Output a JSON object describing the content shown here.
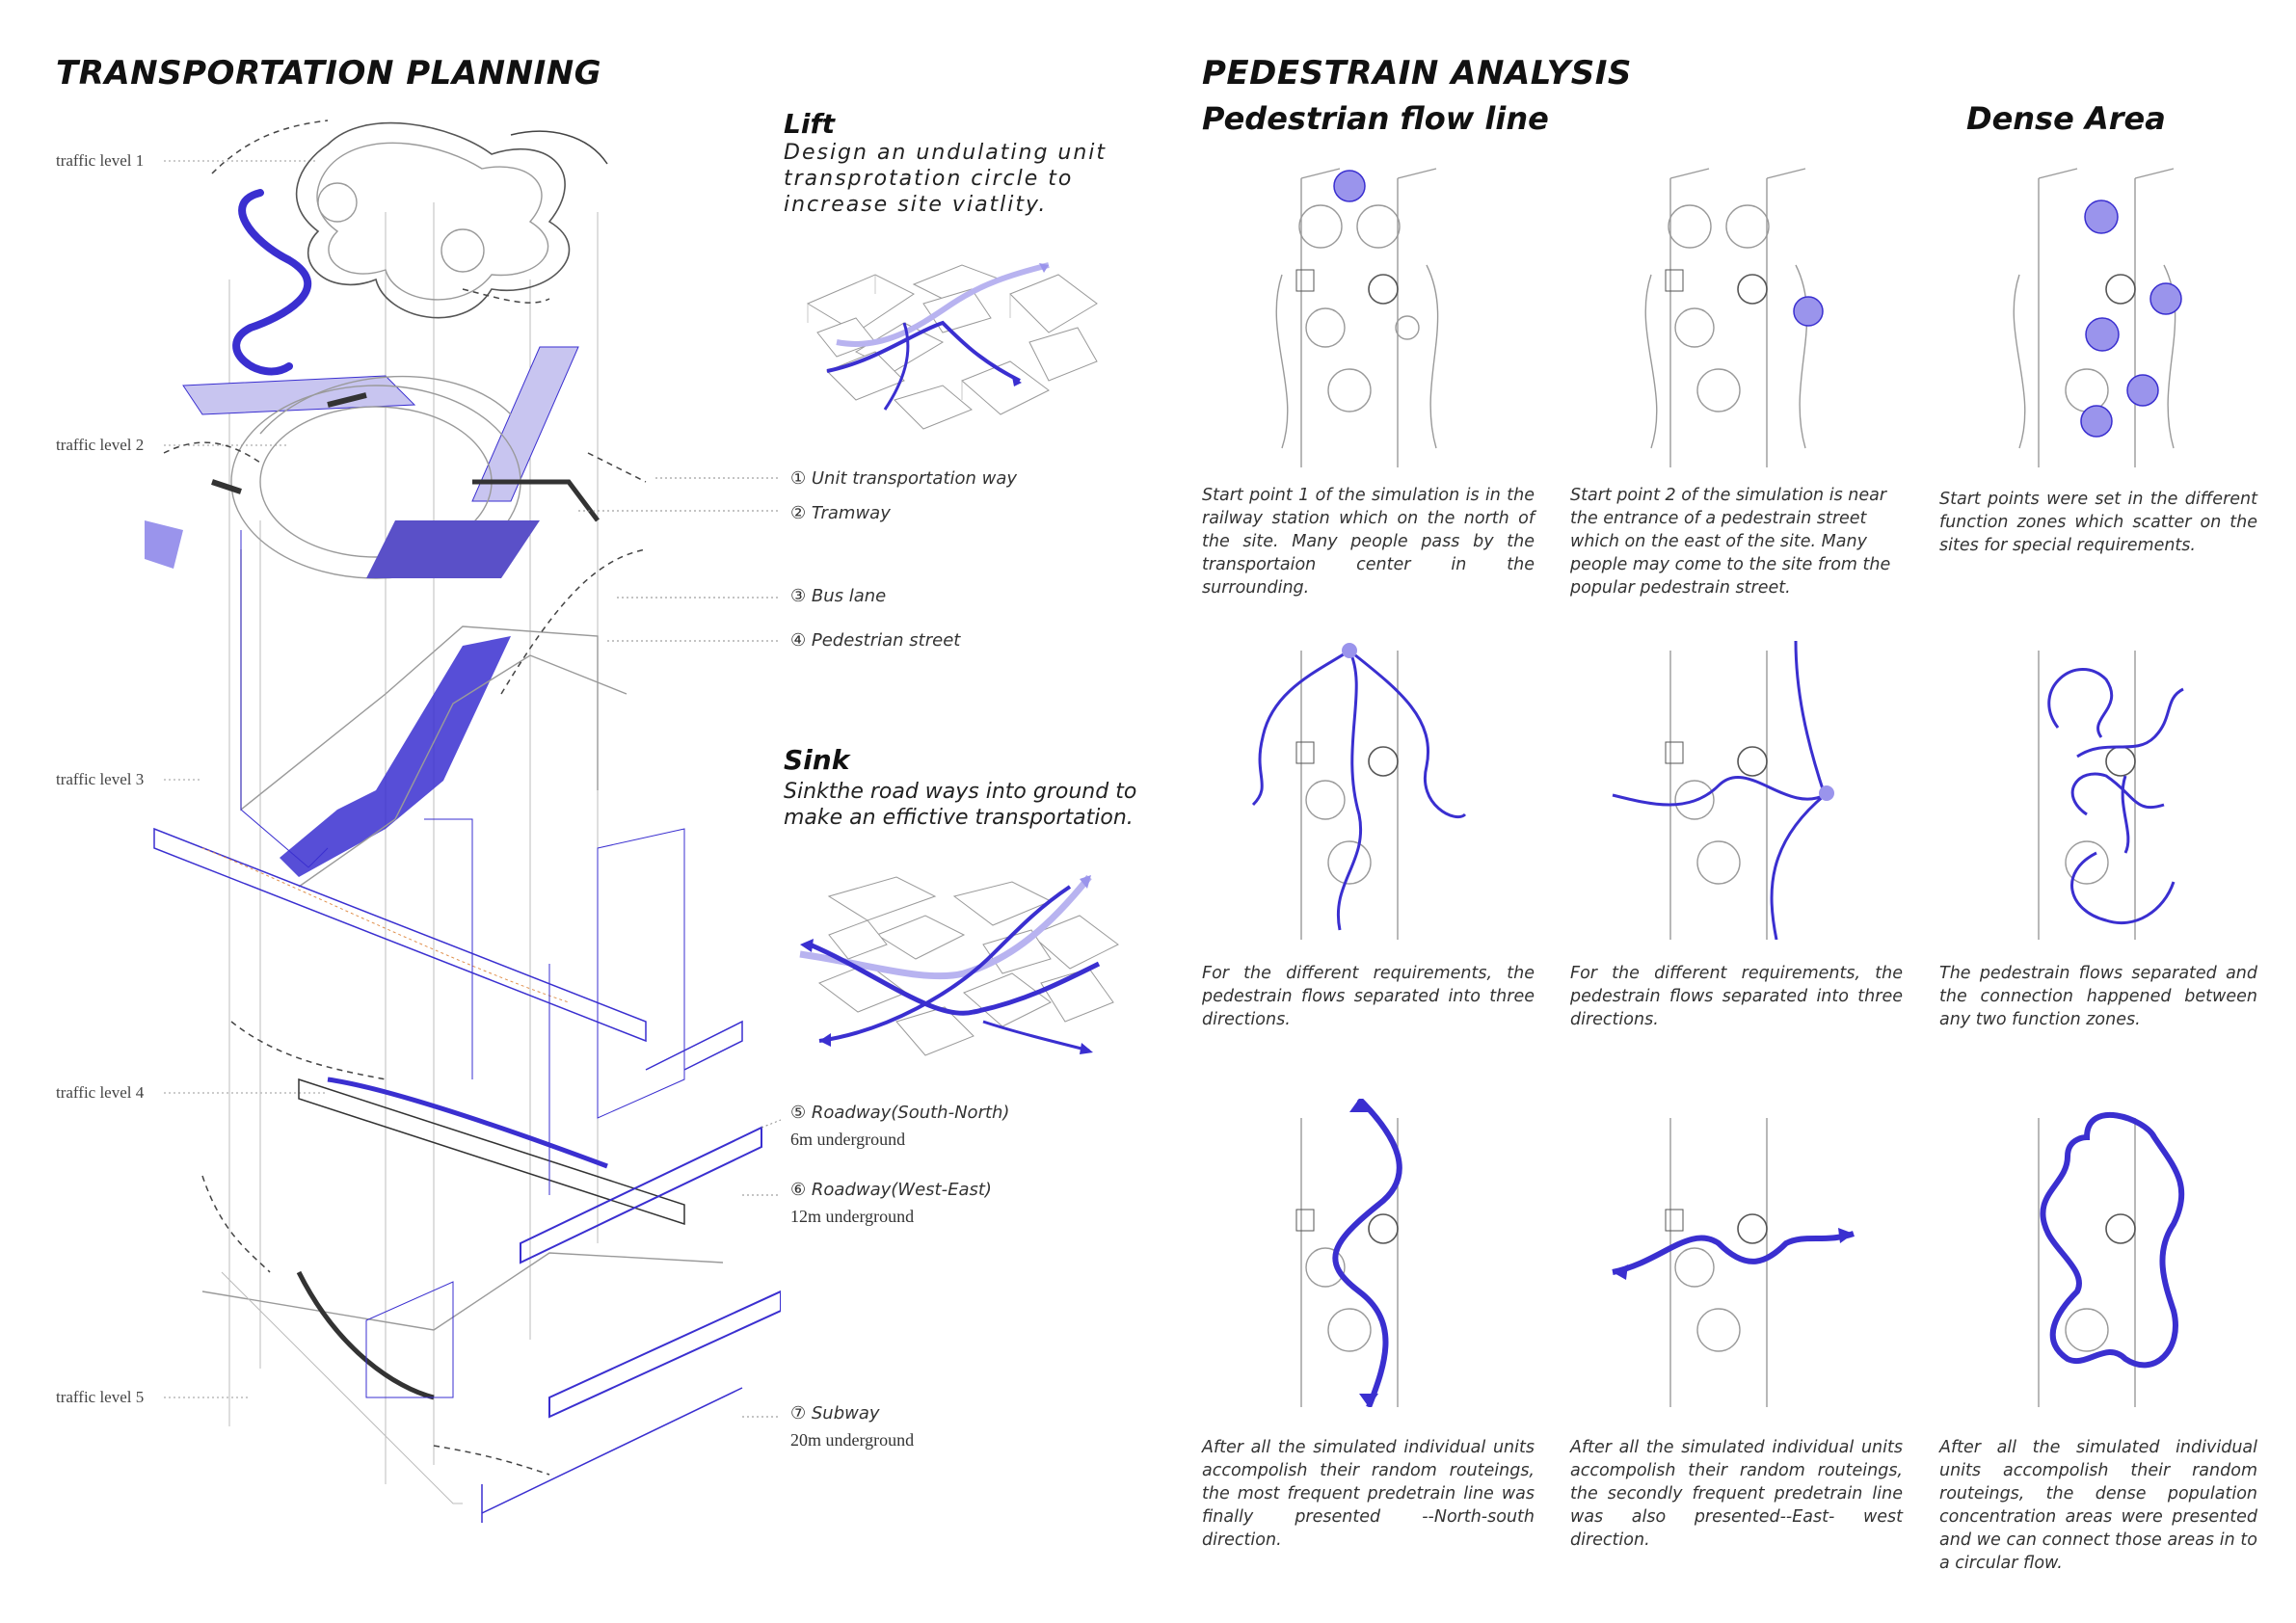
{
  "left": {
    "title": "TRANSPORTATION PLANNING",
    "traffic_levels": [
      "traffic level 1",
      "traffic level 2",
      "traffic level 3",
      "traffic level 4",
      "traffic level 5"
    ],
    "lift": {
      "title": "Lift",
      "desc": "Design an undulating unit transprotation circle to increase site viatlity."
    },
    "sink": {
      "title": "Sink",
      "desc": "Sinkthe road ways into ground to make an effictive transportation."
    },
    "legend": [
      {
        "num": "①",
        "label": "Unit transportation way",
        "sub": ""
      },
      {
        "num": "②",
        "label": "Tramway",
        "sub": ""
      },
      {
        "num": "③",
        "label": "Bus lane",
        "sub": ""
      },
      {
        "num": "④",
        "label": "Pedestrian street",
        "sub": ""
      },
      {
        "num": "⑤",
        "label": "Roadway(South-North)",
        "sub": "6m underground"
      },
      {
        "num": "⑥",
        "label": "Roadway(West-East)",
        "sub": "12m underground"
      },
      {
        "num": "⑦",
        "label": "Subway",
        "sub": "20m underground"
      }
    ]
  },
  "right": {
    "title": "PEDESTRAIN ANALYSIS",
    "col_flow_title": "Pedestrian flow line",
    "col_dense_title": "Dense Area",
    "captions": [
      "Start point 1 of the simulation is in the railway station which on the north of the site. Many people pass by the transportaion center in the surrounding.",
      "Start point 2 of the simulation is near the entrance of a pedestrain street which on the east of the site. Many people may come to the site from the popular pedestrain street.",
      "Start points were set in the different function zones which scatter on the sites for special requirements.",
      "For the different requirements, the pedestrain flows separated into three directions.",
      "For the different requirements, the pedestrain flows separated into three directions.",
      "The pedestrain flows separated and the connection happened between any two function zones.",
      "After all the simulated individual units accompolish their random routeings, the most frequent predetrain line was finally presented --North-south direction.",
      "After all the simulated individual units accompolish their random routeings, the secondly frequent predetrain line was also presented--East- west direction.",
      "After all the simulated individual units accompolish their random routeings, the dense population concentration areas were presented and we can connect those areas in to a circular flow."
    ]
  },
  "colors": {
    "accent": "#3a2fd0",
    "accent_light": "#9a94ec",
    "line": "#9a9a9a"
  }
}
